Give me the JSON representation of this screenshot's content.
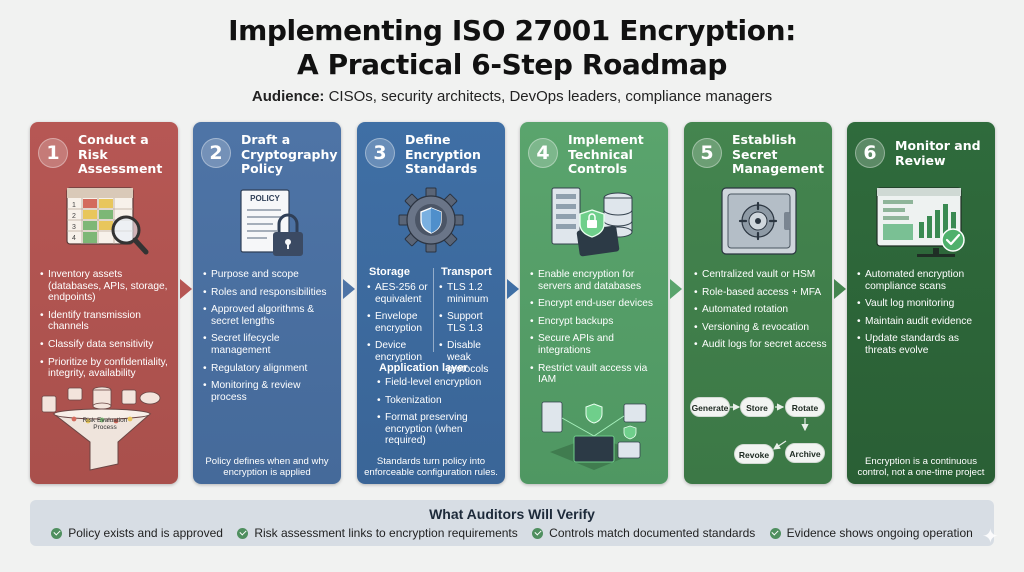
{
  "header": {
    "title_line1": "Implementing ISO 27001 Encryption:",
    "title_line2": "A Practical 6-Step Roadmap",
    "audience_label": "Audience:",
    "audience_text": " CISOs, security architects, DevOps leaders, compliance managers"
  },
  "steps": [
    {
      "number": "1",
      "title": "Conduct a Risk Assessment",
      "bullets": [
        "Inventory assets (databases, APIs, storage, endpoints)",
        "Identify transmission channels",
        "Classify data sensitivity",
        "Prioritize by confidentiality, integrity, availability"
      ],
      "funnel_label": "Risk Evaluation Process",
      "color": "#b65754"
    },
    {
      "number": "2",
      "title": "Draft a Cryptography Policy",
      "doc_label": "POLICY",
      "bullets": [
        "Purpose and scope",
        "Roles and responsibilities",
        "Approved algorithms & secret lengths",
        "Secret lifecycle management",
        "Regulatory alignment",
        "Monitoring & review process"
      ],
      "footer": "Policy defines when and why encryption is applied",
      "color": "#4e74a6"
    },
    {
      "number": "3",
      "title": "Define Encryption Standards",
      "storage_heading": "Storage",
      "storage_items": [
        "AES-256 or equivalent",
        "Envelope encryption",
        "Device encryption"
      ],
      "transport_heading": "Transport",
      "transport_items": [
        "TLS 1.2 minimum",
        "Support TLS 1.3",
        "Disable weak protocols"
      ],
      "app_heading": "Application layer",
      "app_items": [
        "Field-level encryption",
        "Tokenization",
        "Format preserving encryption (when required)"
      ],
      "footer": "Standards turn policy into enforceable configuration rules.",
      "color": "#3f6fa5"
    },
    {
      "number": "4",
      "title": "Implement Technical Controls",
      "bullets": [
        "Enable encryption for servers and databases",
        "Encrypt end-user devices",
        "Encrypt backups",
        "Secure APIs and integrations",
        "Restrict vault access via IAM"
      ],
      "color": "#5aa46d"
    },
    {
      "number": "5",
      "title": "Establish Secret Management",
      "bullets": [
        "Centralized vault or HSM",
        "Role-based access + MFA",
        "Automated rotation",
        "Versioning & revocation",
        "Audit logs for secret access"
      ],
      "lifecycle": [
        "Generate",
        "Store",
        "Rotate",
        "Archive",
        "Revoke"
      ],
      "color": "#44854f"
    },
    {
      "number": "6",
      "title": "Monitor and Review",
      "bullets": [
        "Automated encryption compliance scans",
        "Vault log monitoring",
        "Maintain audit evidence",
        "Update standards as threats evolve"
      ],
      "footer": "Encryption is a continuous control, not a one-time project",
      "color": "#2f6b3c"
    }
  ],
  "auditors": {
    "title": "What Auditors Will Verify",
    "items": [
      "Policy exists and is approved",
      "Risk assessment links to encryption requirements",
      "Controls match documented standards",
      "Evidence shows ongoing operation"
    ]
  }
}
